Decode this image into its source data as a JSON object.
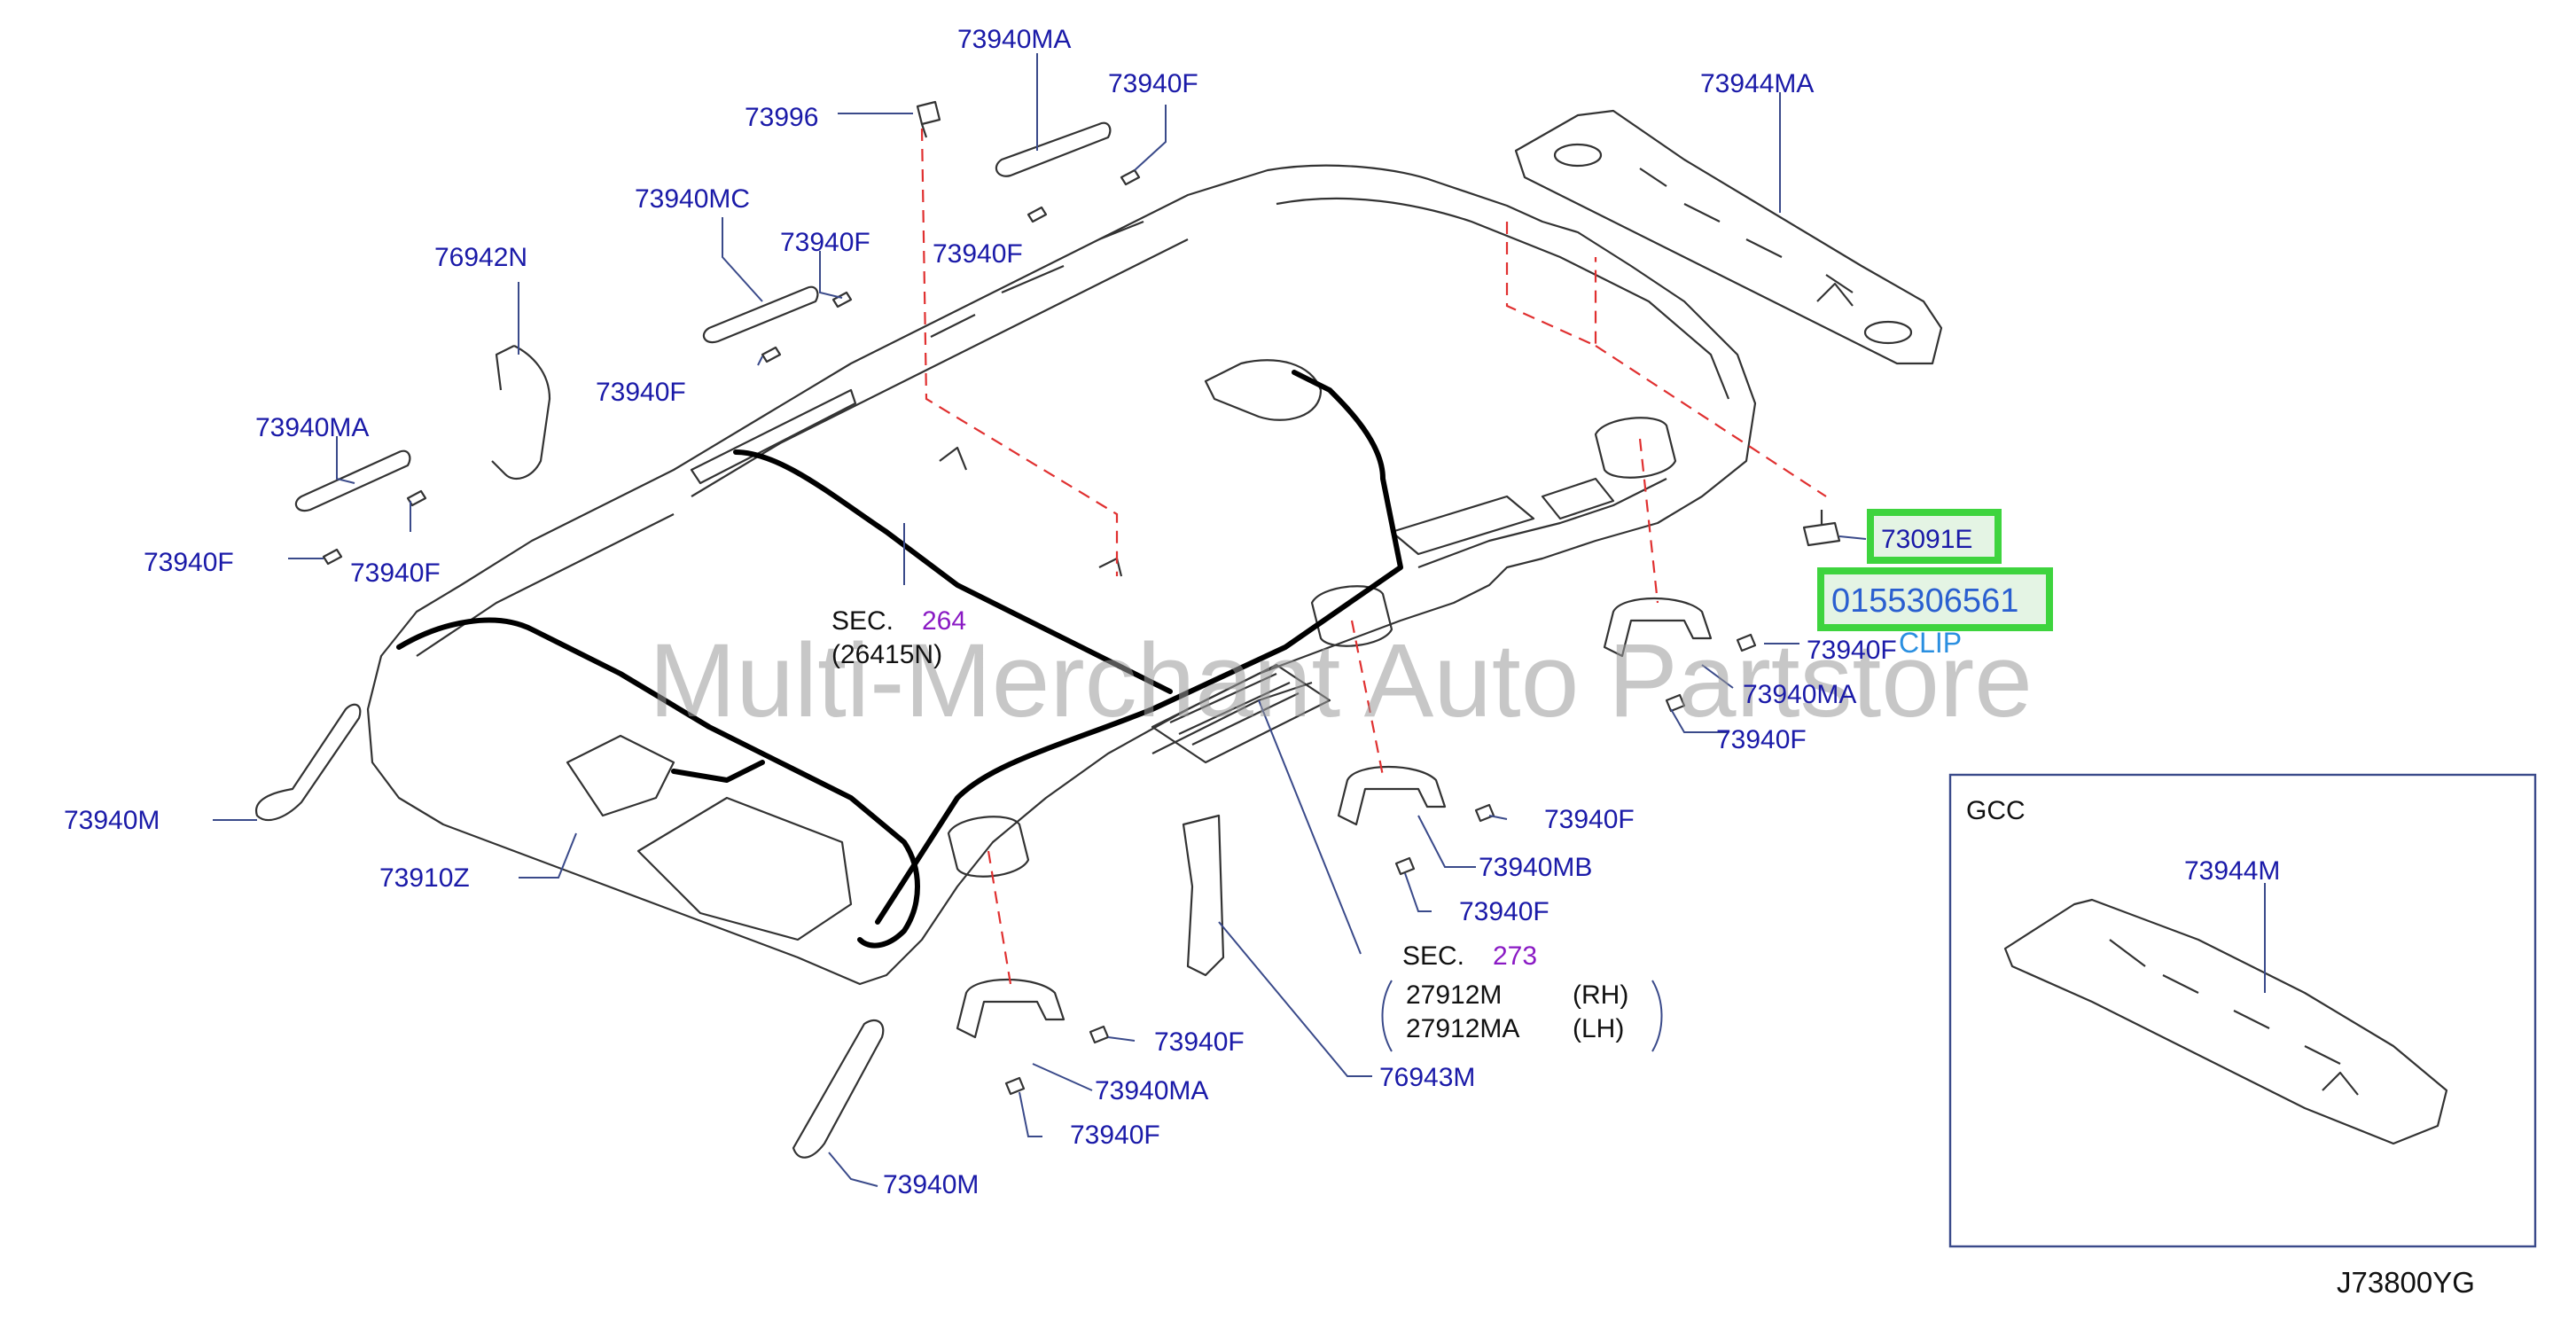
{
  "watermark": "Multi-Merchant Auto Partstore",
  "diagram_code": "J73800YG",
  "inset_title": "GCC",
  "highlight": {
    "part_number": "73091E",
    "oem_number": "0155306561",
    "clip_label": "CLIP"
  },
  "sections": [
    {
      "prefix": "SEC.",
      "number": "264",
      "sub": "(26415N)"
    },
    {
      "prefix": "SEC.",
      "number": "273",
      "rows": [
        {
          "part": "27912M",
          "side": "(RH)"
        },
        {
          "part": "27912MA",
          "side": "(LH)"
        }
      ]
    }
  ],
  "labels": {
    "l01": "73940MA",
    "l02": "73940F",
    "l03": "73996",
    "l04": "73940F",
    "l05": "73944MA",
    "l06": "73940MC",
    "l07": "73940F",
    "l08": "76942N",
    "l09": "73940F",
    "l10": "73940MA",
    "l11": "73940F",
    "l12": "73940F",
    "l13": "73940F",
    "l14": "73940MA",
    "l15": "73940F",
    "l16": "73940M",
    "l17": "73910Z",
    "l18": "73940F",
    "l19": "73940MB",
    "l20": "73940F",
    "l21": "73940F",
    "l22": "73940MA",
    "l23": "73940F",
    "l24": "76943M",
    "l25": "73940M",
    "l26": "73944M"
  },
  "colors": {
    "label": "#1a1aa8",
    "section": "#8a1ac4",
    "highlight": "#3ed43e",
    "leader_dash": "#e03030"
  }
}
